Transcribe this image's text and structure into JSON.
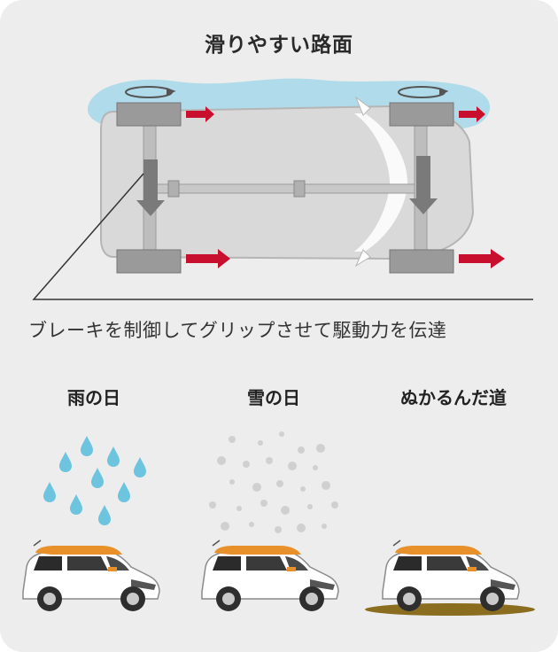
{
  "title": "滑りやすい路面",
  "caption": "ブレーキを制御してグリップさせて駆動力を伝達",
  "conditions": [
    {
      "label": "雨の日"
    },
    {
      "label": "雪の日"
    },
    {
      "label": "ぬかるんだ道"
    }
  ],
  "colors": {
    "background": "#ededed",
    "water": "#a8d8ea",
    "arrow": "#c8102e",
    "raindrop": "#6cc4df",
    "car_roof": "#e8902a",
    "mud": "#8a6d1e"
  }
}
